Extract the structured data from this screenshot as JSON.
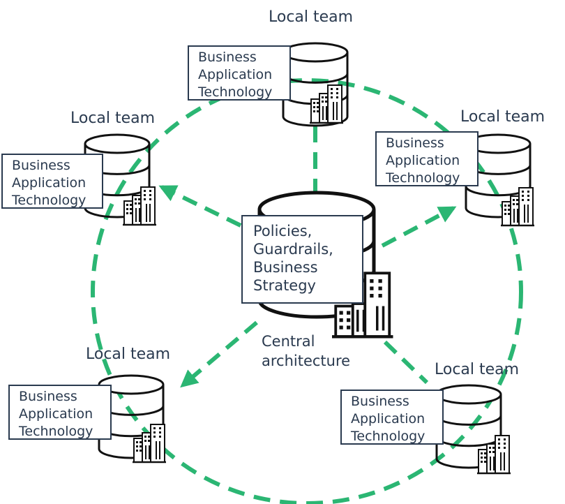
{
  "colors": {
    "accent": "#2bb673",
    "ink": "#111111",
    "text": "#2a3a4f"
  },
  "central": {
    "box_lines": [
      "Policies,",
      "Guardrails,",
      "Business",
      "Strategy"
    ],
    "caption_lines": [
      "Central",
      "architecture"
    ],
    "icons": [
      "database-icon",
      "buildings-icon"
    ]
  },
  "local_teams": [
    {
      "title": "Local team",
      "box_lines": [
        "Business",
        "Application",
        "Technology"
      ]
    },
    {
      "title": "Local team",
      "box_lines": [
        "Business",
        "Application",
        "Technology"
      ]
    },
    {
      "title": "Local team",
      "box_lines": [
        "Business",
        "Application",
        "Technology"
      ]
    },
    {
      "title": "Local team",
      "box_lines": [
        "Business",
        "Application",
        "Technology"
      ]
    },
    {
      "title": "Local team",
      "box_lines": [
        "Business",
        "Application",
        "Technology"
      ]
    }
  ]
}
